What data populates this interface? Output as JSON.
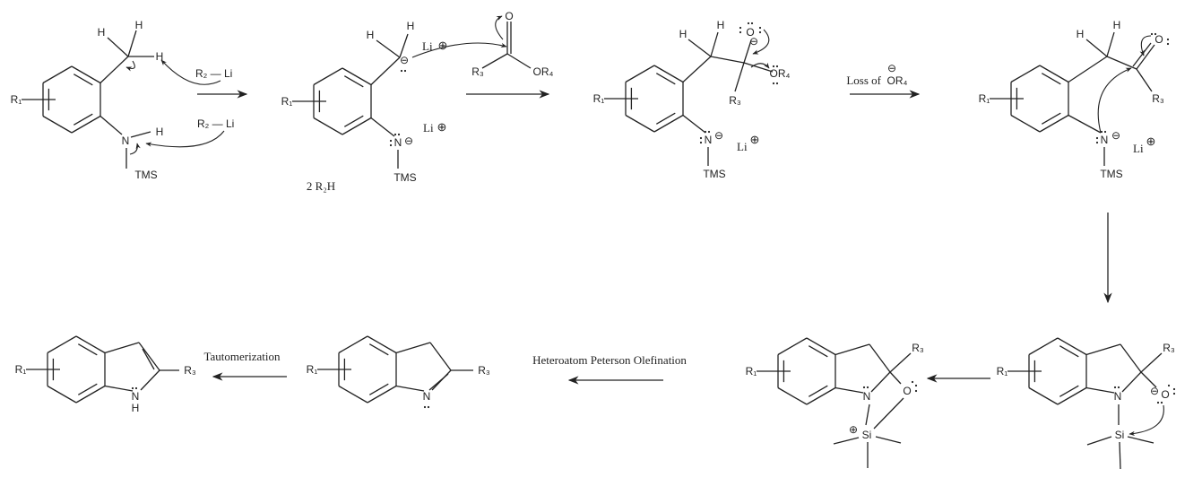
{
  "atoms": {
    "h": "H",
    "n": "N",
    "tms": "TMS",
    "r1": "R₁",
    "r3": "R₃",
    "o": "O",
    "or4": "OR₄",
    "li": "Li",
    "si": "Si"
  },
  "reagents": {
    "r2li": "R₂ — Li",
    "byproduct": "2 R₂H"
  },
  "charges": {
    "minus": "⊖",
    "plus": "⊕"
  },
  "arrow_labels": {
    "loss_of": "Loss of",
    "loss_group": "OR₄",
    "peterson": "Heteroatom Peterson Olefination",
    "tautomerization": "Tautomerization"
  }
}
